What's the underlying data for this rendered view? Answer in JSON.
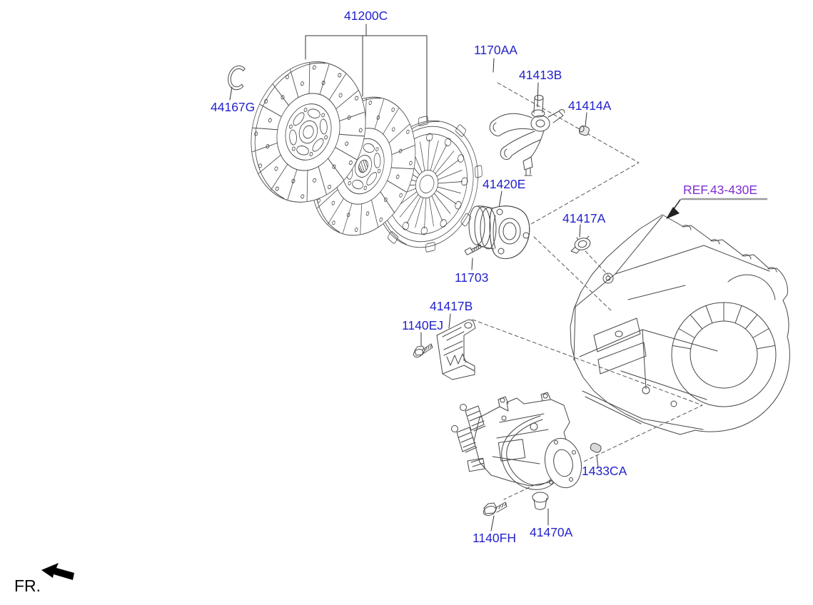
{
  "diagram": {
    "type": "parts-diagram",
    "subject": "clutch and release fork assembly"
  },
  "colors": {
    "part_label_blue": "#2323cc",
    "ref_label_purple": "#7f2fd2",
    "drawing_line_gray": "#474747",
    "underline_gray": "#9a9a9a",
    "fr_black": "#000000"
  },
  "part_labels": [
    {
      "code": "41200C"
    },
    {
      "code": "1170AA"
    },
    {
      "code": "41413B"
    },
    {
      "code": "41414A"
    },
    {
      "code": "44167G"
    },
    {
      "code": "41420E"
    },
    {
      "code": "41417A"
    },
    {
      "code": "11703"
    },
    {
      "code": "41417B"
    },
    {
      "code": "1140EJ"
    },
    {
      "code": "1433CA"
    },
    {
      "code": "1140FH"
    },
    {
      "code": "41470A"
    }
  ],
  "ref_label": {
    "code": "REF.43-430E"
  },
  "fr_label": {
    "text": "FR."
  }
}
